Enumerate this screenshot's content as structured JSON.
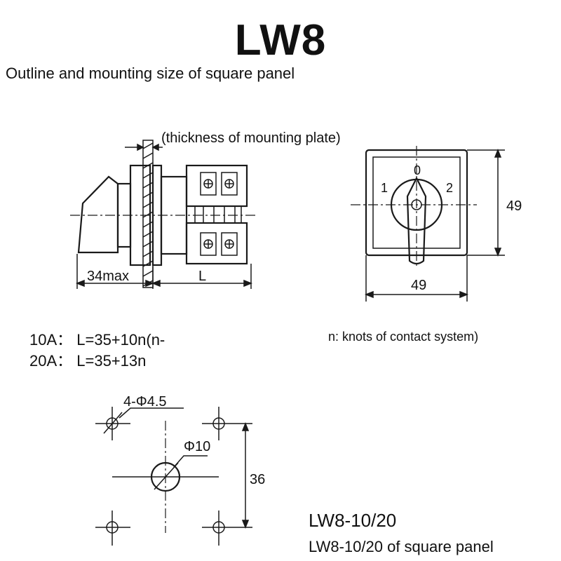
{
  "title": "LW8",
  "subtitle": "Outline and mounting size of square panel",
  "side_view": {
    "plate_label": "(thickness of mounting plate)",
    "dim_34": "34max",
    "dim_L": "L"
  },
  "front_view": {
    "pos_0": "0",
    "pos_1": "1",
    "pos_2": "2",
    "dim_height": "49",
    "dim_width": "49"
  },
  "formulas": {
    "line1": "10A： L=35+10n(n-",
    "line2": "20A： L=35+13n",
    "note": "n: knots of contact system)"
  },
  "mounting": {
    "holes_label": "4-Φ4.5",
    "center_label": "Φ10",
    "dim_36": "36"
  },
  "model": {
    "name": "LW8-10/20",
    "caption": "LW8-10/20 of square panel"
  }
}
